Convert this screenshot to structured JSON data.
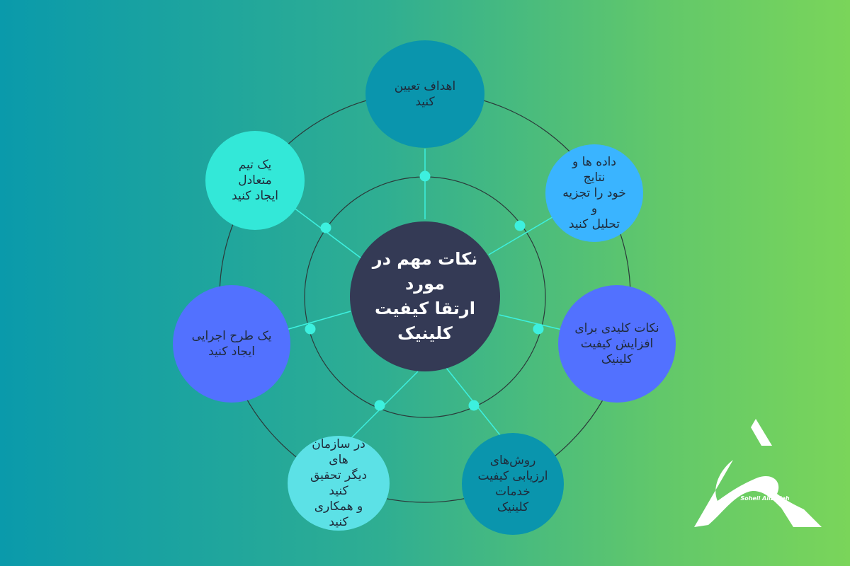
{
  "diagram": {
    "center": "نکات مهم در مورد\nارتقا کیفیت\nکلینیک",
    "nodes": [
      {
        "label": "اهداف تعیین\nکنید",
        "color": "#0a95ad"
      },
      {
        "label": "داده ها و نتایج\nخود را تجزیه و\nتحلیل کنید",
        "color": "#3ab4ff"
      },
      {
        "label": "نکات کلیدی برای\nافزایش کیفیت\nکلینیک",
        "color": "#5271ff"
      },
      {
        "label": "روش‌های\nارزیابی کیفیت\nخدمات\nکلینیک",
        "color": "#0a95ad"
      },
      {
        "label": "در سازمان های\nدیگر تحقیق کنید\nو همکاری کنید",
        "color": "#5ce1e6"
      },
      {
        "label": "یک طرح اجرایی\nایجاد کنید",
        "color": "#5271ff"
      },
      {
        "label": "یک تیم\nمتعادل\nایجاد کنید",
        "color": "#33e8d8"
      }
    ]
  },
  "logo": {
    "text": "Soheil Alizadeh",
    "color": "#ffffff"
  },
  "colors": {
    "ring": "#2b3a3a",
    "connector": "#3df0df",
    "center_bg": "#343a55"
  }
}
